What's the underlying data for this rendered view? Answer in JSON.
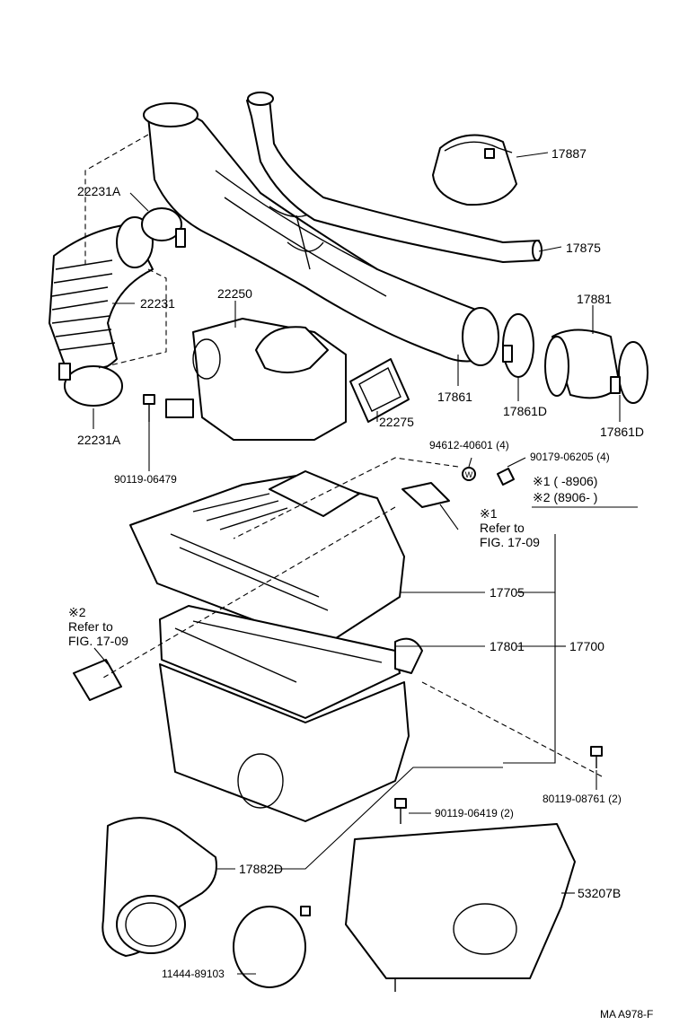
{
  "callouts": {
    "p17887": "17887",
    "p17875": "17875",
    "p22231A_top": "22231A",
    "p22231": "22231",
    "p22231A_bottom": "22231A",
    "p22250": "22250",
    "p17881": "17881",
    "p17861": "17861",
    "p17861D_a": "17861D",
    "p17861D_b": "17861D",
    "p22275": "22275",
    "p90119_06479": "90119-06479",
    "p94612_40601": "94612-40601 (4)",
    "p90179_06205": "90179-06205 (4)",
    "p17705": "17705",
    "p17801": "17801",
    "p17700": "17700",
    "p80119_08761": "80119-08761 (2)",
    "p90119_06419": "90119-06419 (2)",
    "p17882D": "17882D",
    "p53207B": "53207B",
    "p11444_89103": "11444-89103"
  },
  "notes": {
    "range1": "※1 (       -8906)",
    "range2": "※2 (8906-       )",
    "ref1_mark": "※1",
    "ref1_line1": "Refer to",
    "ref1_line2": "FIG. 17-09",
    "ref2_mark": "※2",
    "ref2_line1": "Refer to",
    "ref2_line2": "FIG. 17-09",
    "washer_symbol": "W"
  },
  "footer": {
    "code": "MA  A978-F"
  }
}
